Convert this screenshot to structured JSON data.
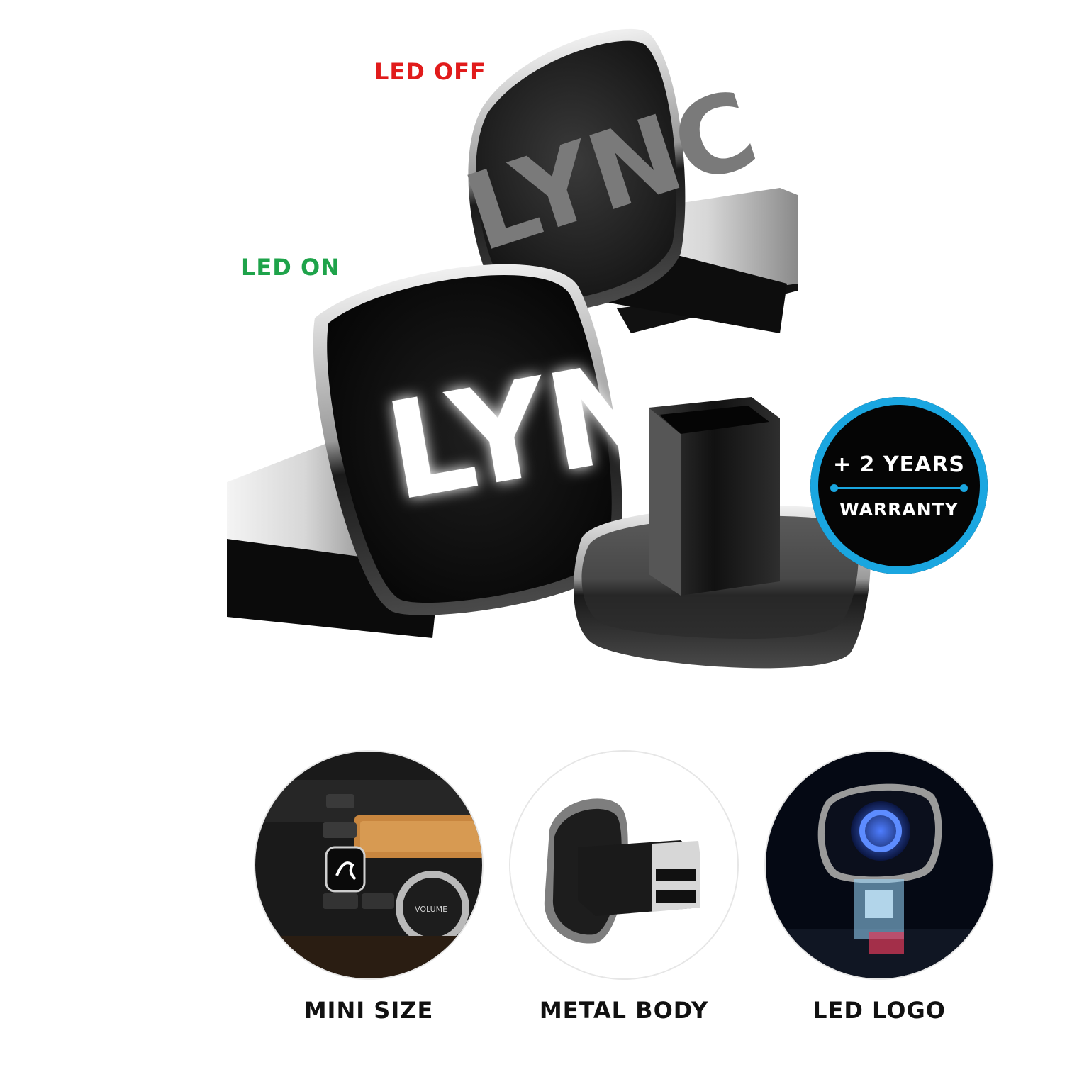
{
  "labels": {
    "led_off": "LED OFF",
    "led_on": "LED ON"
  },
  "brand": {
    "logo_text": "LYNC"
  },
  "badge": {
    "line1": "+ 2 YEARS",
    "line2": "WARRANTY"
  },
  "features": [
    {
      "label": "MINI SIZE",
      "icon": "car-dashboard-usb-photo"
    },
    {
      "label": "METAL BODY",
      "icon": "usb-metal-body-photo"
    },
    {
      "label": "LED LOGO",
      "icon": "usb-led-glow-photo"
    }
  ],
  "colors": {
    "led_off": "#e11b1b",
    "led_on": "#1ea34a",
    "badge_ring": "#1aa6e0",
    "logo_glow": "#ffffff",
    "led_blue": "#2f6bff"
  }
}
